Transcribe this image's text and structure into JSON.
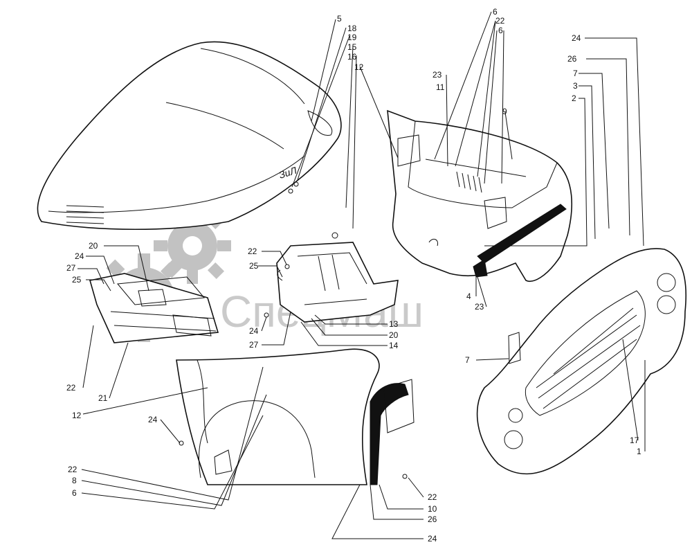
{
  "watermark": {
    "text": "СпецМаш",
    "color": "#a8a8a8"
  },
  "hood_badge": "ЗиЛ",
  "callouts": [
    {
      "id": "c5a",
      "label": "5"
    },
    {
      "id": "c18",
      "label": "18"
    },
    {
      "id": "c19",
      "label": "19"
    },
    {
      "id": "c15",
      "label": "15"
    },
    {
      "id": "c16",
      "label": "16"
    },
    {
      "id": "c12a",
      "label": "12"
    },
    {
      "id": "c6a",
      "label": "6"
    },
    {
      "id": "c22a",
      "label": "22"
    },
    {
      "id": "c6b",
      "label": "6"
    },
    {
      "id": "c23a",
      "label": "23"
    },
    {
      "id": "c11",
      "label": "11"
    },
    {
      "id": "c9",
      "label": "9"
    },
    {
      "id": "c24a",
      "label": "24"
    },
    {
      "id": "c26a",
      "label": "26"
    },
    {
      "id": "c7a",
      "label": "7"
    },
    {
      "id": "c3",
      "label": "3"
    },
    {
      "id": "c2",
      "label": "2"
    },
    {
      "id": "c20a",
      "label": "20"
    },
    {
      "id": "c24b",
      "label": "24"
    },
    {
      "id": "c27a",
      "label": "27"
    },
    {
      "id": "c25a",
      "label": "25"
    },
    {
      "id": "c22b",
      "label": "22"
    },
    {
      "id": "c21",
      "label": "21"
    },
    {
      "id": "c22c",
      "label": "22"
    },
    {
      "id": "c25b",
      "label": "25"
    },
    {
      "id": "c24c",
      "label": "24"
    },
    {
      "id": "c27b",
      "label": "27"
    },
    {
      "id": "c13",
      "label": "13"
    },
    {
      "id": "c20b",
      "label": "20"
    },
    {
      "id": "c14",
      "label": "14"
    },
    {
      "id": "c4",
      "label": "4"
    },
    {
      "id": "c23b",
      "label": "23"
    },
    {
      "id": "c7b",
      "label": "7"
    },
    {
      "id": "c17",
      "label": "17"
    },
    {
      "id": "c1",
      "label": "1"
    },
    {
      "id": "c12b",
      "label": "12"
    },
    {
      "id": "c24d",
      "label": "24"
    },
    {
      "id": "c22d",
      "label": "22"
    },
    {
      "id": "c8",
      "label": "8"
    },
    {
      "id": "c6c",
      "label": "6"
    },
    {
      "id": "c22e",
      "label": "22"
    },
    {
      "id": "c10",
      "label": "10"
    },
    {
      "id": "c26b",
      "label": "26"
    },
    {
      "id": "c24e",
      "label": "24"
    }
  ]
}
